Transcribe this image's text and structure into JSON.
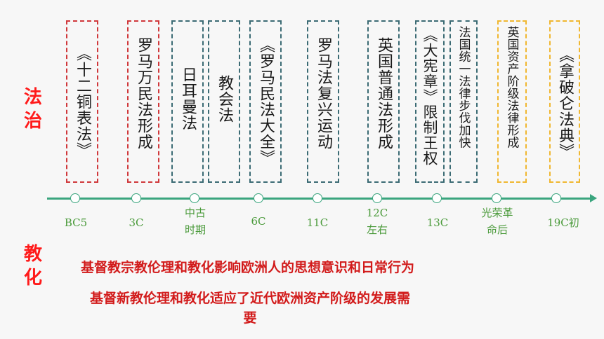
{
  "labels": {
    "fazhi": "法\n治",
    "jiaohua": "教\n化"
  },
  "events": [
    {
      "text": "《十二铜表法》",
      "color": "red"
    },
    {
      "text": "罗马万民法形成",
      "color": "red"
    },
    {
      "text": "日耳曼法",
      "color": "teal"
    },
    {
      "text": "教会法",
      "color": "teal"
    },
    {
      "text": "《罗马民法大全》",
      "color": "teal"
    },
    {
      "text": "罗马法复兴运动",
      "color": "teal"
    },
    {
      "text": "英国普通法形成",
      "color": "teal"
    },
    {
      "text": "《大宪章》限制王权",
      "color": "teal"
    },
    {
      "text": "法国统一法律步伐加快",
      "color": "teal"
    },
    {
      "text": "英国资产阶级法律形成",
      "color": "gold"
    },
    {
      "text": "《拿破仑法典》",
      "color": "gold"
    }
  ],
  "ticks": [
    "BC5",
    "3C",
    "中古\n时期",
    "6C",
    "11C",
    "12C\n左右",
    "13C",
    "光荣革\n命后",
    "19C初"
  ],
  "statements": [
    "基督教宗教伦理和教化影响欧洲人的思想意识和日常行为",
    "基督新教伦理和教化适应了近代欧洲资产阶级的发展需\n要"
  ],
  "colors": {
    "red": "#d0383b",
    "teal": "#3b6b74",
    "gold": "#f0b730",
    "line": "#3aa57e",
    "label": "#ff1a1a"
  }
}
